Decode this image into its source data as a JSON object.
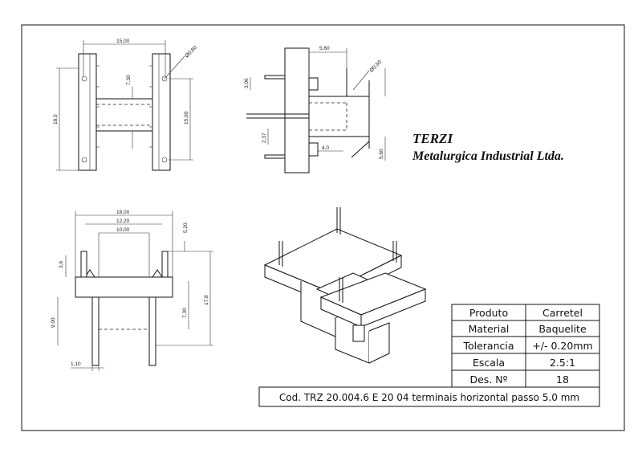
{
  "company": {
    "name": "TERZI",
    "subtitle": "Metalurgica Industrial Ltda."
  },
  "dimensions": {
    "front_width": "15,00",
    "front_height": "18,0",
    "front_inner": "15,00",
    "front_gap": "7,30",
    "front_hole": "Ø0,80",
    "side_top": "5,60",
    "side_pin": "3,00",
    "side_hole": "Ø0,50",
    "side_offset": "2,37",
    "side_base": "4,0",
    "side_right": "5,60",
    "bottom_w1": "18,00",
    "bottom_w2": "12,20",
    "bottom_w3": "10,00",
    "bottom_pin": "5,20",
    "bottom_left": "3,6",
    "bottom_h1": "9,00",
    "bottom_h2": "7,30",
    "bottom_h3": "17,8",
    "bottom_foot": "1,10"
  },
  "title_block": {
    "rows": [
      {
        "label": "Produto",
        "value": "Carretel"
      },
      {
        "label": "Material",
        "value": "Baquelite"
      },
      {
        "label": "Tolerancia",
        "value": "+/-  0.20mm"
      },
      {
        "label": "Escala",
        "value": "2.5:1"
      },
      {
        "label": "Des. Nº",
        "value": "18"
      }
    ],
    "code": "Cod. TRZ 20.004.6 E 20 04 terminais horizontal passo 5.0 mm"
  }
}
